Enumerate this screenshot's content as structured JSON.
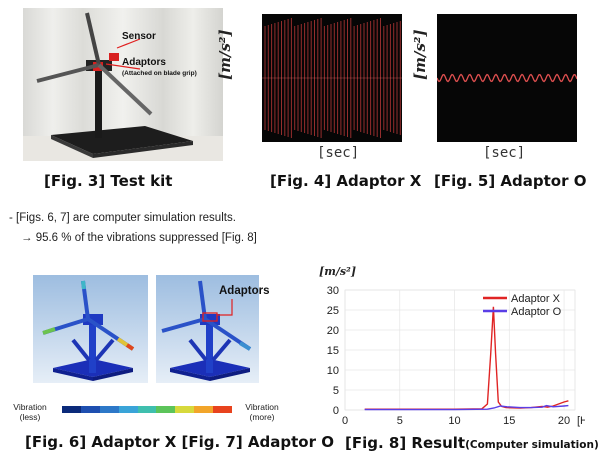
{
  "fig3": {
    "caption": "[Fig. 3] Test kit",
    "label_sensor": "Sensor",
    "label_adaptors": "Adaptors",
    "label_attached": "(Attached on blade grip)"
  },
  "fig4": {
    "caption": "[Fig. 4] Adaptor X",
    "unit": "[m/s²]",
    "xlabel": "[sec]"
  },
  "fig5": {
    "caption": "[Fig. 5] Adaptor O",
    "unit": "[m/s²]",
    "xlabel": "[sec]"
  },
  "notes": {
    "line1": "- [Figs. 6, 7] are computer simulation results.",
    "line2": "→ 95.6 % of the vibrations suppressed [Fig. 8]"
  },
  "fig67": {
    "caption": "[Fig. 6] Adaptor X [Fig. 7] Adaptor O",
    "label_adaptors": "Adaptors",
    "vib_less_1": "Vibration",
    "vib_less_2": "(less)",
    "vib_more_1": "Vibration",
    "vib_more_2": "(more)",
    "colorbar": [
      "#0b2a7a",
      "#1e4fb0",
      "#2d78c8",
      "#3aa4d8",
      "#3fbfae",
      "#5cc45a",
      "#d7d93c",
      "#f2a52a",
      "#e8431e"
    ]
  },
  "fig8": {
    "caption_main": "[Fig. 8] Result",
    "caption_sub": "(Computer simulation)"
  },
  "chart_data": {
    "type": "line",
    "ylabel": "[m/s²]",
    "xunit": "[Hz]",
    "xlim": [
      0,
      21
    ],
    "ylim": [
      0,
      30
    ],
    "xticks": [
      0,
      5,
      10,
      15,
      20
    ],
    "yticks": [
      0,
      5,
      10,
      15,
      20,
      25,
      30
    ],
    "legend_position": "top-right",
    "series": [
      {
        "name": "Adaptor X",
        "color": "#e02424",
        "points": [
          [
            1.8,
            0.2
          ],
          [
            5,
            0.2
          ],
          [
            10,
            0.2
          ],
          [
            12.5,
            0.3
          ],
          [
            13.0,
            1.5
          ],
          [
            13.3,
            14
          ],
          [
            13.55,
            25.8
          ],
          [
            13.75,
            14
          ],
          [
            14.0,
            2
          ],
          [
            14.3,
            0.9
          ],
          [
            14.7,
            0.6
          ],
          [
            16,
            0.5
          ],
          [
            17,
            0.6
          ],
          [
            18,
            0.9
          ],
          [
            18.5,
            0.7
          ],
          [
            19,
            1.0
          ],
          [
            20,
            2.0
          ],
          [
            20.4,
            2.3
          ]
        ]
      },
      {
        "name": "Adaptor O",
        "color": "#5a3ee6",
        "points": [
          [
            1.8,
            0.1
          ],
          [
            5,
            0.1
          ],
          [
            10,
            0.1
          ],
          [
            13.0,
            0.2
          ],
          [
            13.6,
            0.5
          ],
          [
            14.2,
            1.0
          ],
          [
            14.8,
            0.8
          ],
          [
            16,
            0.6
          ],
          [
            17,
            0.6
          ],
          [
            18,
            0.7
          ],
          [
            18.4,
            1.1
          ],
          [
            19,
            0.8
          ],
          [
            20,
            1.0
          ],
          [
            20.4,
            1.1
          ]
        ]
      }
    ]
  }
}
